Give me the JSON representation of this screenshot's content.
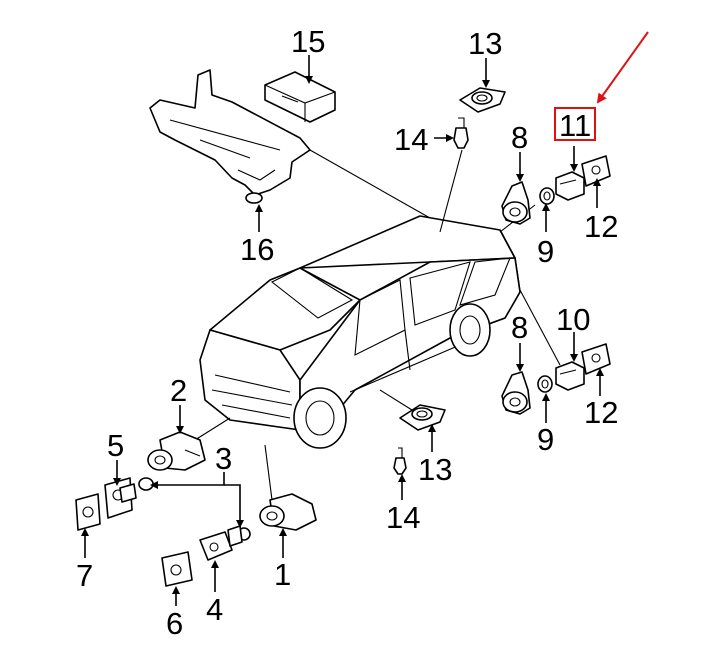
{
  "callouts": {
    "c1": "1",
    "c2": "2",
    "c3": "3",
    "c4": "4",
    "c5": "5",
    "c6": "6",
    "c7": "7",
    "c8a": "8",
    "c8b": "8",
    "c9a": "9",
    "c9b": "9",
    "c10": "10",
    "c11": "11",
    "c12a": "12",
    "c12b": "12",
    "c13a": "13",
    "c13b": "13",
    "c14a": "14",
    "c14b": "14",
    "c15": "15",
    "c16": "16"
  },
  "colors": {
    "highlight": "#e01010",
    "ink": "#000000"
  }
}
